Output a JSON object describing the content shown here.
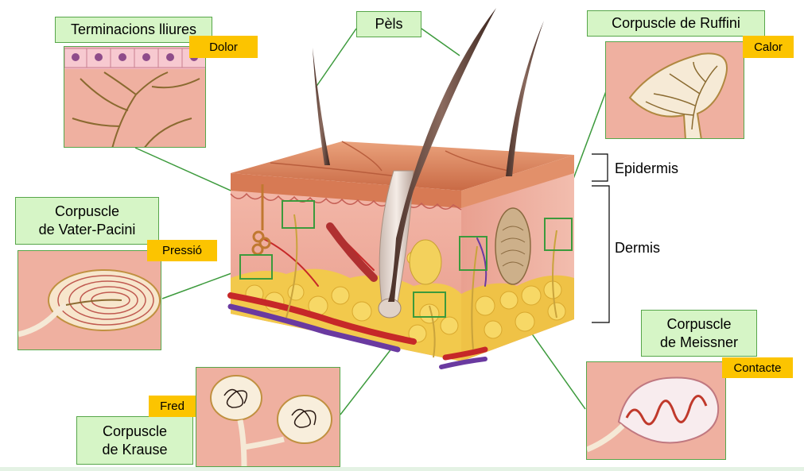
{
  "labels": {
    "free_endings": "Terminacions lliures",
    "hairs": "Pèls",
    "ruffini": "Corpuscle de Ruffini",
    "pacini_line1": "Corpuscle",
    "pacini_line2": "de Vater-Pacini",
    "meissner_line1": "Corpuscle",
    "meissner_line2": "de Meissner",
    "krause_line1": "Corpuscle",
    "krause_line2": "de Krause"
  },
  "tags": {
    "pain": "Dolor",
    "heat": "Calor",
    "pressure": "Pressió",
    "contact": "Contacte",
    "cold": "Fred"
  },
  "layers": {
    "epidermis": "Epidermis",
    "dermis": "Dermis"
  },
  "colors": {
    "label_fill": "#d6f5c6",
    "label_border": "#57a64a",
    "tag_fill": "#fcc400",
    "leader_line": "#3c9a3c",
    "skin_surface": "#d8825a",
    "dermis": "#eeaa9c",
    "fat": "#f2c94c",
    "inset_bg": "#efb1a2"
  }
}
